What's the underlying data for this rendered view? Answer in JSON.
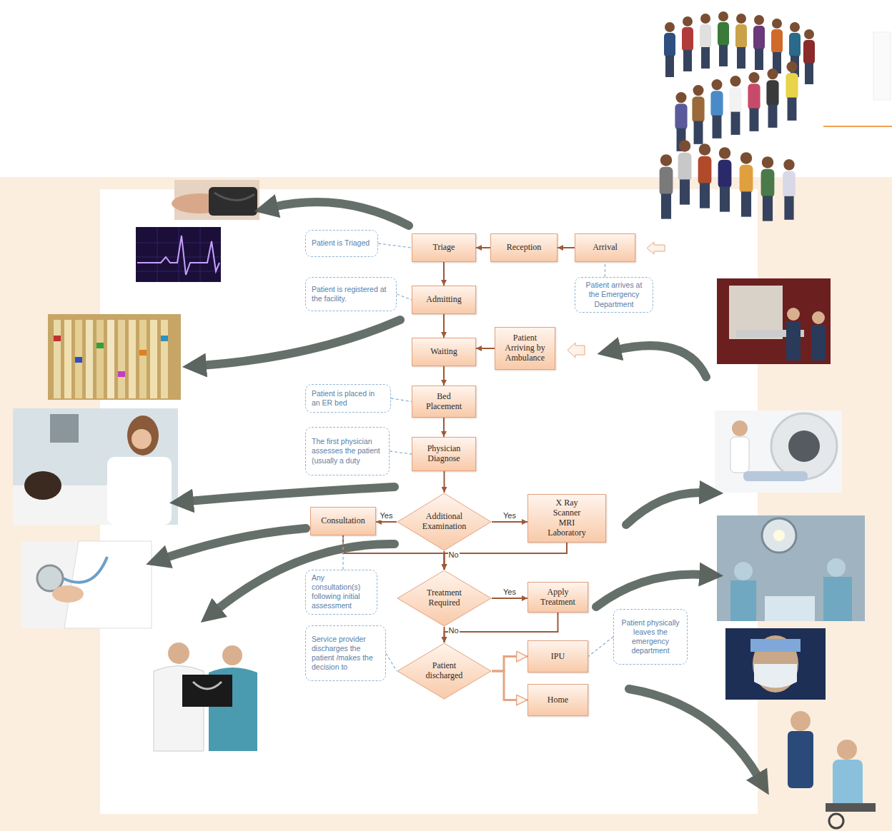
{
  "diagram": {
    "nodes": [
      {
        "text": [
          "Patient is Triaged"
        ]
      },
      {
        "text": [
          "Triage"
        ]
      },
      {
        "text": [
          "Reception"
        ]
      },
      {
        "text": [
          "Arrival"
        ]
      },
      {
        "text": [
          "Patient is registered at the facility."
        ]
      },
      {
        "text": [
          "Admitting"
        ]
      },
      {
        "text": [
          "Patient arrives at the Emergency Department"
        ]
      },
      {
        "text": [
          "Waiting"
        ]
      },
      {
        "text": [
          "Patient Arriving by Ambulance"
        ]
      },
      {
        "text": [
          "Patient is placed in an ER bed"
        ]
      },
      {
        "text": [
          "Bed Placement"
        ]
      },
      {
        "text": [
          "The first physician assesses the patient (usually a duty"
        ]
      },
      {
        "text": [
          "Physician Diagnose"
        ]
      },
      {
        "text": [
          "Consultation"
        ]
      },
      {
        "text": [
          "Additional Examination"
        ]
      },
      {
        "text": [
          "X Ray Scanner MRI Laboratory"
        ]
      },
      {
        "text": [
          "Any consultation(s) following initial assessment"
        ]
      },
      {
        "text": [
          "Treatment Required"
        ]
      },
      {
        "text": [
          "Apply Treatment"
        ]
      },
      {
        "text": [
          "Patient physically leaves the emergency department"
        ]
      },
      {
        "text": [
          "Service provider discharges the patient /makes the decision to"
        ]
      },
      {
        "text": [
          "Patient discharged"
        ]
      },
      {
        "text": [
          "IPU"
        ]
      },
      {
        "text": [
          "Home"
        ]
      }
    ],
    "edges": [
      {
        "from": 3,
        "to": 2,
        "arrow": "to"
      },
      {
        "from": 2,
        "to": 1,
        "arrow": "to"
      },
      {
        "from": 1,
        "to": 5,
        "arrow": "to"
      },
      {
        "from": 5,
        "to": 7,
        "arrow": "to"
      },
      {
        "from": 8,
        "to": 7,
        "arrow": "to"
      },
      {
        "from": 7,
        "to": 10,
        "arrow": "to"
      },
      {
        "from": 10,
        "to": 12,
        "arrow": "to"
      },
      {
        "from": 12,
        "to": 14,
        "arrow": "to"
      },
      {
        "from": 14,
        "to": 13,
        "label": "Yes",
        "arrow": "to"
      },
      {
        "from": 14,
        "to": 15,
        "label": "Yes",
        "arrow": "to"
      },
      {
        "from": 14,
        "to": 17,
        "label": "No",
        "arrow": "to"
      },
      {
        "from": 13,
        "to": 17,
        "arrow": "to"
      },
      {
        "from": 15,
        "to": 17,
        "arrow": "to"
      },
      {
        "from": 17,
        "to": 18,
        "label": "Yes",
        "arrow": "to"
      },
      {
        "from": 17,
        "to": 21,
        "label": "No",
        "arrow": "to"
      },
      {
        "from": 18,
        "to": 21,
        "arrow": "to"
      },
      {
        "from": 21,
        "to": 22,
        "arrow": "to"
      },
      {
        "from": 21,
        "to": 23,
        "arrow": "to"
      },
      {
        "from": 0,
        "to": 1,
        "arrow": "none"
      },
      {
        "from": 4,
        "to": 5,
        "arrow": "none"
      },
      {
        "from": 6,
        "to": 3,
        "arrow": "none"
      },
      {
        "from": 9,
        "to": 10,
        "arrow": "none"
      },
      {
        "from": 11,
        "to": 12,
        "arrow": "none"
      },
      {
        "from": 16,
        "to": 13,
        "arrow": "none"
      },
      {
        "from": 19,
        "to": 22,
        "arrow": "none"
      },
      {
        "from": 20,
        "to": 21,
        "arrow": "none"
      }
    ]
  }
}
